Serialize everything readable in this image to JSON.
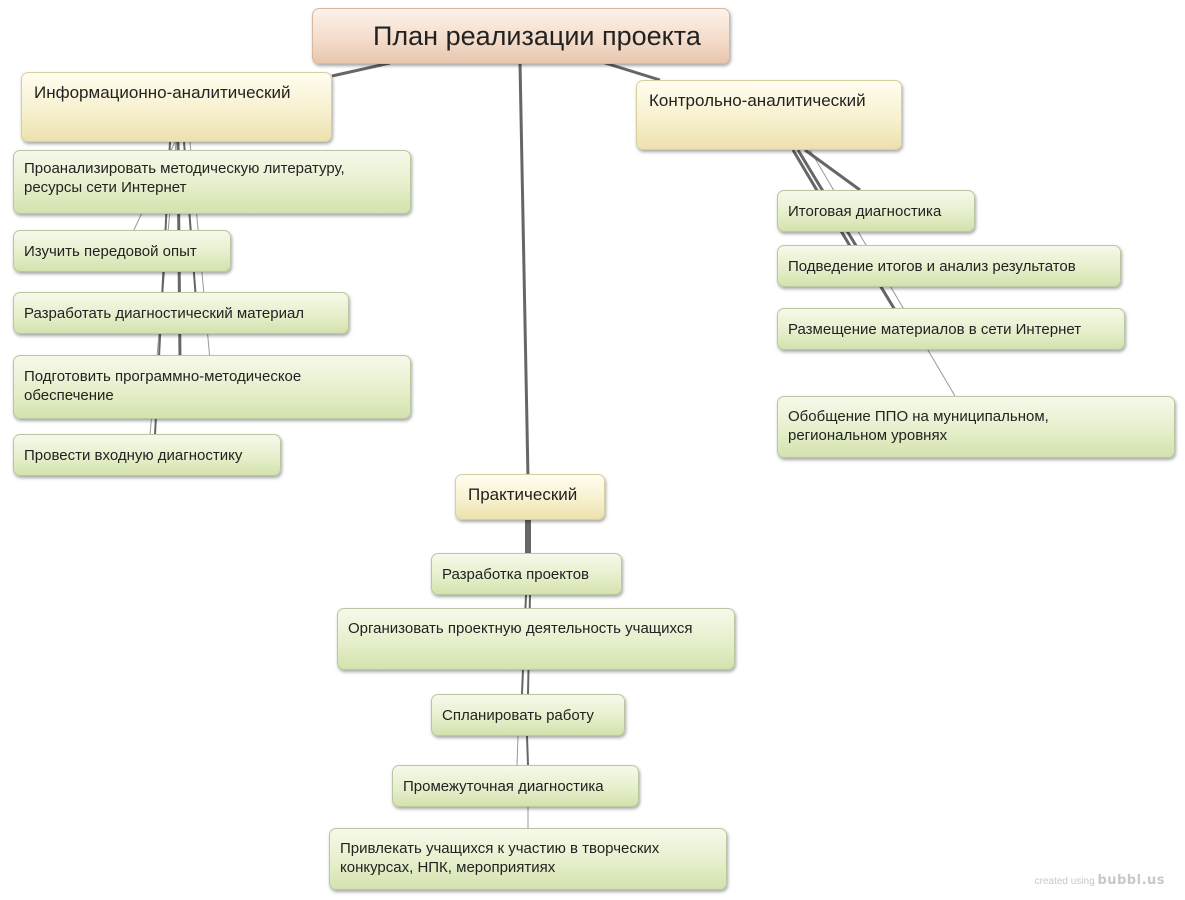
{
  "title": "План реализации проекта",
  "branches": [
    {
      "id": "info",
      "label": "Информационно-аналитический",
      "items": [
        "Проанализировать методическую литературу,\nресурсы сети Интернет",
        "Изучить передовой опыт",
        "Разработать диагностический материал",
        "Подготовить программно-методическое\nобеспечение",
        "Провести входную диагностику"
      ]
    },
    {
      "id": "control",
      "label": "Контрольно-аналитический",
      "items": [
        "Итоговая диагностика",
        "Подведение итогов и анализ результатов",
        "Размещение материалов в сети Интернет",
        "Обобщение ППО на муниципальном,\nрегиональном уровнях"
      ]
    },
    {
      "id": "practice",
      "label": "Практический",
      "items": [
        "Разработка проектов",
        "Организовать проектную деятельность учащихся",
        "Спланировать работу",
        "Промежуточная диагностика",
        "Привлекать учащихся к участию  в творческих\nконкурсах, НПК, мероприятиях"
      ]
    }
  ],
  "watermark": {
    "prefix": "created using",
    "brand": "bubbl.us"
  },
  "colors": {
    "link": "#555555",
    "root_fill": "#f3dbc8",
    "branch_fill": "#f7f1cf",
    "leaf_fill": "#e6efcc"
  }
}
